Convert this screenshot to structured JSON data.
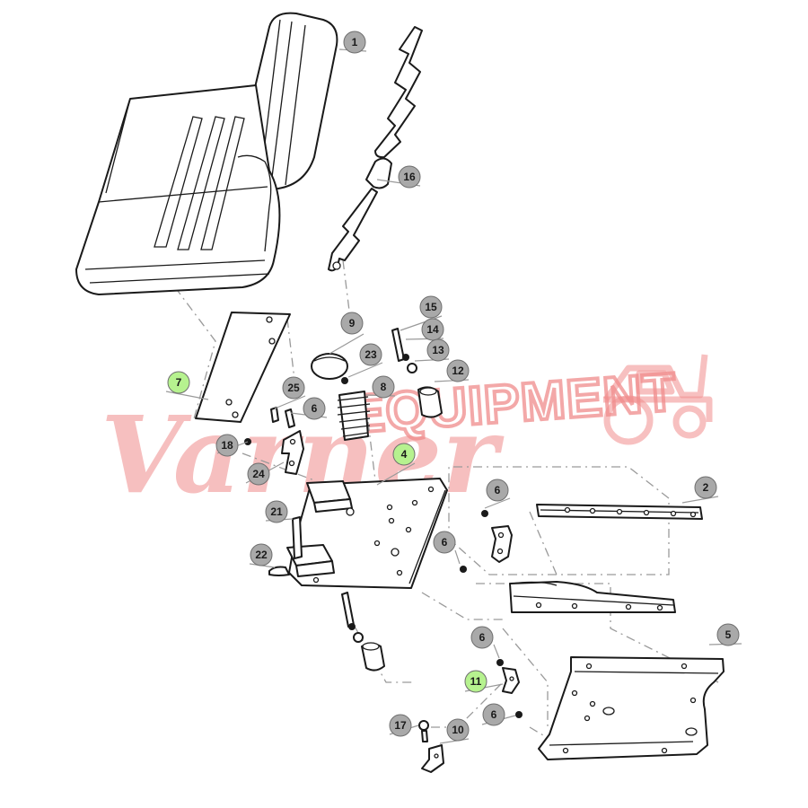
{
  "watermark": {
    "script_text": "Varner",
    "block_text": "EQUIPMENT",
    "icon": "tractor-icon",
    "color": "#f08c8c"
  },
  "colors": {
    "callout_default": "#a9a9a9",
    "callout_highlight": "#b6f28f",
    "line": "#1a1a1a",
    "dashed": "#9a9a9a"
  },
  "callouts": [
    {
      "label": "1",
      "highlight": false
    },
    {
      "label": "16",
      "highlight": false
    },
    {
      "label": "9",
      "highlight": false
    },
    {
      "label": "15",
      "highlight": false
    },
    {
      "label": "14",
      "highlight": false
    },
    {
      "label": "23",
      "highlight": false
    },
    {
      "label": "13",
      "highlight": false
    },
    {
      "label": "12",
      "highlight": false
    },
    {
      "label": "7",
      "highlight": true
    },
    {
      "label": "25",
      "highlight": false
    },
    {
      "label": "8",
      "highlight": false
    },
    {
      "label": "6",
      "highlight": false
    },
    {
      "label": "18",
      "highlight": false
    },
    {
      "label": "4",
      "highlight": true
    },
    {
      "label": "24",
      "highlight": false
    },
    {
      "label": "6",
      "highlight": false
    },
    {
      "label": "2",
      "highlight": false
    },
    {
      "label": "21",
      "highlight": false
    },
    {
      "label": "6",
      "highlight": false
    },
    {
      "label": "22",
      "highlight": false
    },
    {
      "label": "5",
      "highlight": false
    },
    {
      "label": "6",
      "highlight": false
    },
    {
      "label": "11",
      "highlight": true
    },
    {
      "label": "6",
      "highlight": false
    },
    {
      "label": "17",
      "highlight": false
    },
    {
      "label": "10",
      "highlight": false
    }
  ]
}
